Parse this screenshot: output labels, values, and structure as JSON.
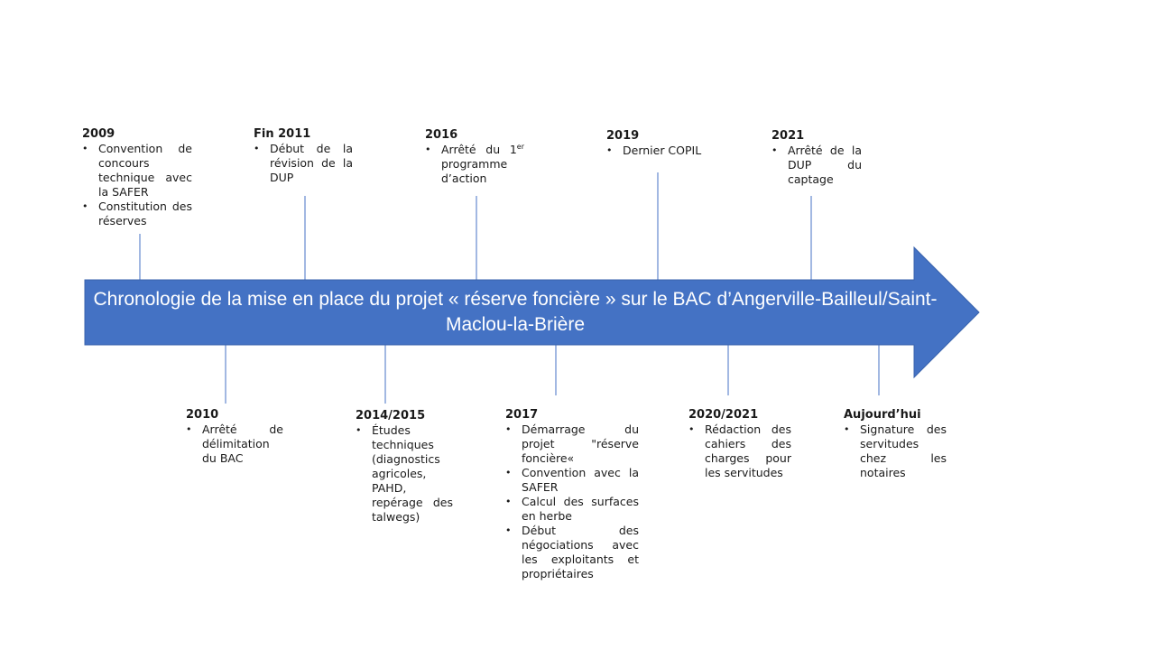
{
  "colors": {
    "arrow": "#4472C4",
    "connector": "#4472C4",
    "text": "#1a1a1a"
  },
  "timeline": {
    "title": "Chronologie de la mise en place du projet « réserve foncière » sur le BAC d’Angerville-Bailleul/Saint-Maclou-la-Brière",
    "top_events": [
      {
        "year": "2009",
        "items": [
          "Convention de concours technique avec la SAFER",
          "Constitution des réserves"
        ]
      },
      {
        "year": "Fin 2011",
        "items": [
          "Début de la révision de la DUP"
        ]
      },
      {
        "year": "2016",
        "items": [
          "Arrêté du 1er programme d’action"
        ]
      },
      {
        "year": "2019",
        "items": [
          "Dernier COPIL"
        ]
      },
      {
        "year": "2021",
        "items": [
          "Arrêté de la DUP du captage"
        ]
      }
    ],
    "bottom_events": [
      {
        "year": "2010",
        "items": [
          "Arrêté de délimitation du BAC"
        ]
      },
      {
        "year": "2014/2015",
        "items": [
          "Études techniques (diagnostics agricoles, PAHD, repérage des talwegs)"
        ]
      },
      {
        "year": "2017",
        "items": [
          "Démarrage du projet \"réserve foncière«",
          "Convention avec la SAFER",
          "Calcul des surfaces en herbe",
          "Début des négociations avec les exploitants et propriétaires"
        ]
      },
      {
        "year": "2020/2021",
        "items": [
          "Rédaction des cahiers des charges pour les servitudes"
        ]
      },
      {
        "year": "Aujourd’hui",
        "items": [
          "Signature des servitudes chez les notaires"
        ]
      }
    ]
  }
}
